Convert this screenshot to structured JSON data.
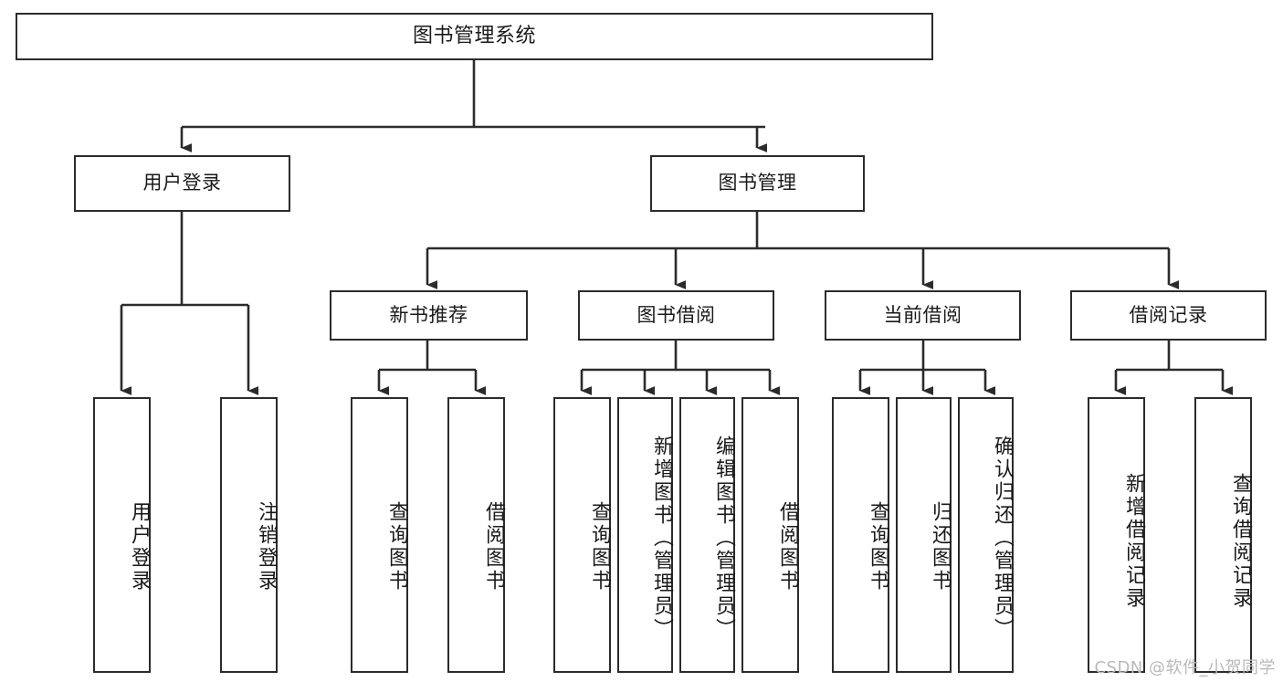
{
  "diagram": {
    "title": "图书管理系统",
    "type": "tree-hierarchy-diagram",
    "root": {
      "id": "root",
      "label": "图书管理系统"
    },
    "level2": [
      {
        "id": "user-login",
        "label": "用户登录"
      },
      {
        "id": "book-management",
        "label": "图书管理"
      }
    ],
    "level3": [
      {
        "id": "new-book-recommend",
        "label": "新书推荐"
      },
      {
        "id": "book-borrow",
        "label": "图书借阅"
      },
      {
        "id": "current-borrow",
        "label": "当前借阅"
      },
      {
        "id": "borrow-record",
        "label": "借阅记录"
      }
    ],
    "leaves": [
      {
        "id": "leaf-user-login",
        "label": "用户登录",
        "parent": "user-login"
      },
      {
        "id": "leaf-user-logout",
        "label": "注销登录",
        "parent": "user-login"
      },
      {
        "id": "leaf-query-book-1",
        "label": "查询图书",
        "parent": "new-book-recommend"
      },
      {
        "id": "leaf-borrow-book-1",
        "label": "借阅图书",
        "parent": "new-book-recommend"
      },
      {
        "id": "leaf-query-book-2",
        "label": "查询图书",
        "parent": "book-borrow"
      },
      {
        "id": "leaf-add-book",
        "label": "新增图书（管理员）",
        "parent": "book-borrow"
      },
      {
        "id": "leaf-edit-book",
        "label": "编辑图书（管理员）",
        "parent": "book-borrow"
      },
      {
        "id": "leaf-borrow-book-2",
        "label": "借阅图书",
        "parent": "book-borrow"
      },
      {
        "id": "leaf-query-book-3",
        "label": "查询图书",
        "parent": "current-borrow"
      },
      {
        "id": "leaf-return-book",
        "label": "归还图书",
        "parent": "current-borrow"
      },
      {
        "id": "leaf-confirm-return",
        "label": "确认归还（管理员）",
        "parent": "current-borrow"
      },
      {
        "id": "leaf-add-record",
        "label": "新增借阅记录",
        "parent": "borrow-record"
      },
      {
        "id": "leaf-query-record",
        "label": "查询借阅记录",
        "parent": "borrow-record"
      }
    ],
    "colors": {
      "stroke": "#2b2b2b",
      "background": "#ffffff",
      "text": "#1a1a1a",
      "watermark": "#b9b9b9"
    }
  },
  "watermark": {
    "text": "CSDN @软件_小贺同学"
  }
}
